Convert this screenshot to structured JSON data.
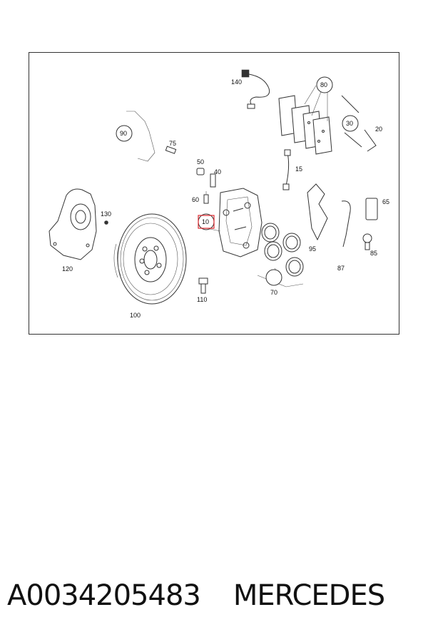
{
  "diagram": {
    "callouts": [
      {
        "id": "140",
        "label": "140"
      },
      {
        "id": "80",
        "label": "80"
      },
      {
        "id": "90",
        "label": "90"
      },
      {
        "id": "75",
        "label": "75"
      },
      {
        "id": "30",
        "label": "30"
      },
      {
        "id": "20",
        "label": "20"
      },
      {
        "id": "50",
        "label": "50"
      },
      {
        "id": "40",
        "label": "40"
      },
      {
        "id": "15",
        "label": "15"
      },
      {
        "id": "60",
        "label": "60"
      },
      {
        "id": "65",
        "label": "65"
      },
      {
        "id": "130",
        "label": "130"
      },
      {
        "id": "10",
        "label": "10",
        "highlighted": true
      },
      {
        "id": "95",
        "label": "95"
      },
      {
        "id": "85",
        "label": "85"
      },
      {
        "id": "120",
        "label": "120"
      },
      {
        "id": "87",
        "label": "87"
      },
      {
        "id": "110",
        "label": "110"
      },
      {
        "id": "70",
        "label": "70"
      },
      {
        "id": "100",
        "label": "100"
      }
    ],
    "highlight_color": "#e0282e"
  },
  "caption": {
    "part_number": "A0034205483",
    "brand": "MERCEDES"
  }
}
